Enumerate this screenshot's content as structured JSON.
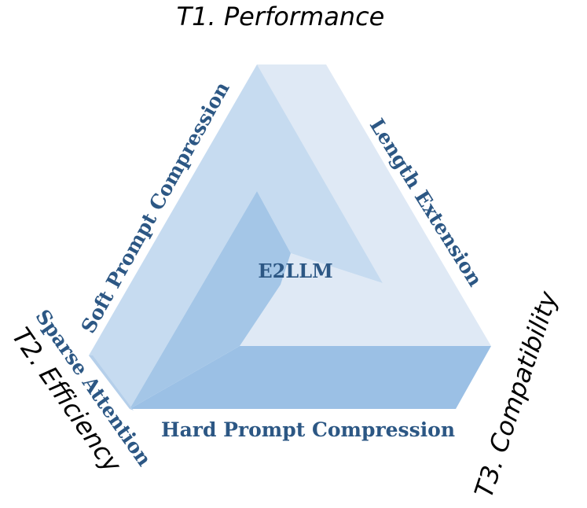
{
  "corners": {
    "performance": "T1. Performance",
    "efficiency": "T2. Efficiency",
    "compatibility": "T3. Compatibility"
  },
  "edges": {
    "soft_prompt": "Soft Prompt Compression",
    "length_extension": "Length Extension",
    "hard_prompt": "Hard Prompt Compression",
    "sparse_attention": "Sparse Attention"
  },
  "center": "E2LLM",
  "colors": {
    "text_blue": "#2c5784",
    "corner_text": "#000000",
    "face_lightest": "#dfe9f5",
    "face_light": "#c6dbf0",
    "face_medium": "#a4c6e7",
    "face_dark": "#9bc0e5"
  }
}
